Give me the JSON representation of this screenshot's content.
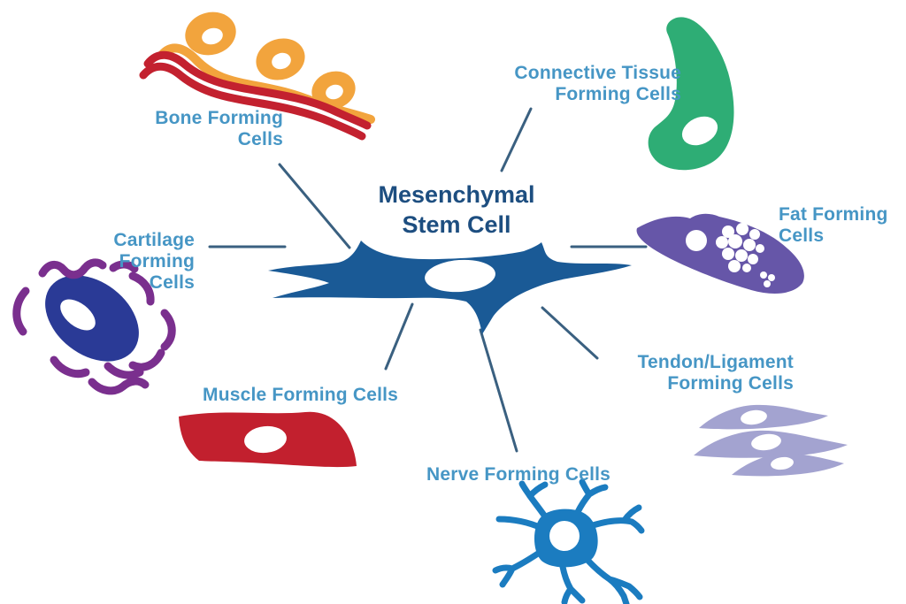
{
  "title": "Mesenchymal\nStem Cell",
  "labels": {
    "bone": "Bone Forming\nCells",
    "connective": "Connective Tissue\nForming Cells",
    "fat": "Fat Forming\nCells",
    "tendon": "Tendon/Ligament\nForming Cells",
    "nerve": "Nerve Forming Cells",
    "muscle": "Muscle Forming Cells",
    "cartilage": "Cartilage\nForming\nCells"
  },
  "colors": {
    "background": "#ffffff",
    "title_text": "#1d4e80",
    "label_text": "#4696c5",
    "line": "#3a6080",
    "stem_cell": "#1a5a96",
    "bone_orange": "#f2a43d",
    "bone_red": "#c3212f",
    "connective_green": "#2ead75",
    "fat_purple": "#6656a8",
    "tendon_lavender": "#a3a3d0",
    "muscle_red": "#c2202e",
    "cartilage_navy": "#2a3a96",
    "cartilage_purple": "#7a2f8e",
    "nerve_blue": "#1b7cc0"
  }
}
